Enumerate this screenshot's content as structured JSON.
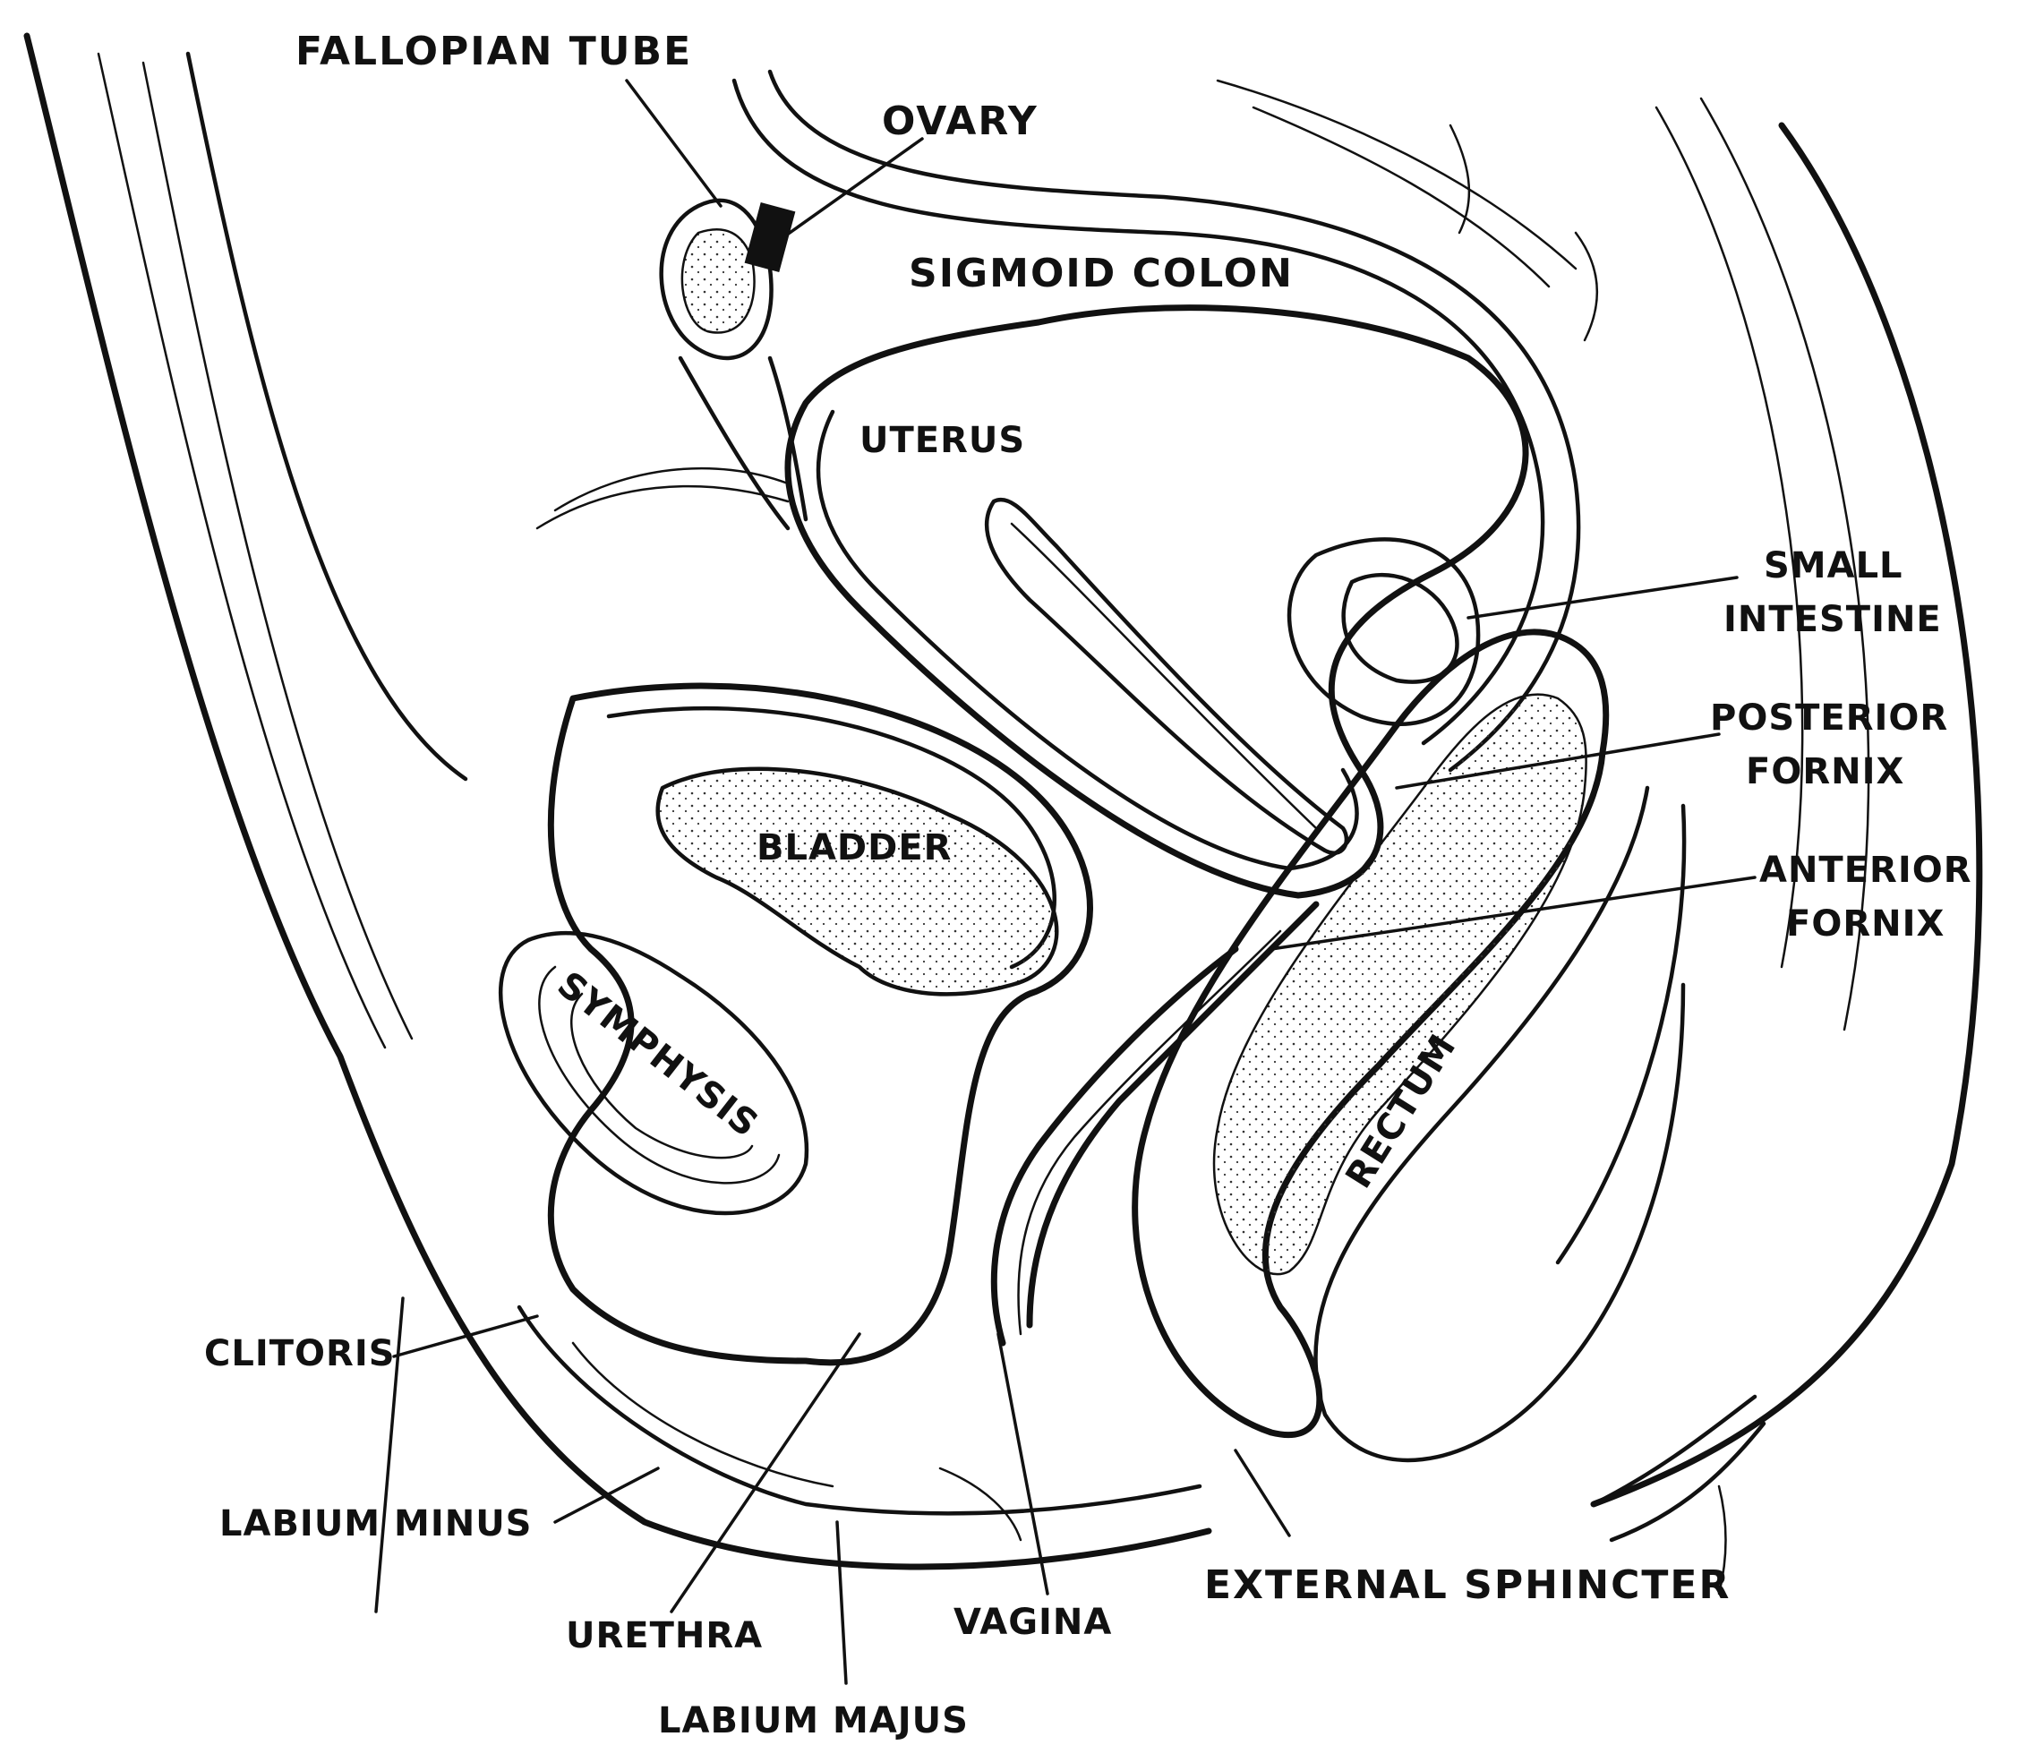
{
  "labels": {
    "fallopian_tube": "FALLOPIAN TUBE",
    "ovary": "OVARY",
    "sigmoid_colon": "SIGMOID COLON",
    "uterus": "UTERUS",
    "small_intestine_1": "SMALL",
    "small_intestine_2": "INTESTINE",
    "posterior_fornix_1": "POSTERIOR",
    "posterior_fornix_2": "FORNIX",
    "anterior_fornix_1": "ANTERIOR",
    "anterior_fornix_2": "FORNIX",
    "bladder": "BLADDER",
    "symphysis": "SYMPHYSIS",
    "rectum": "RECTUM",
    "clitoris": "CLITORIS",
    "labium_minus": "LABIUM MINUS",
    "urethra": "URETHRA",
    "labium_majus": "LABIUM MAJUS",
    "vagina": "VAGINA",
    "external_sphincter": "EXTERNAL SPHINCTER"
  }
}
